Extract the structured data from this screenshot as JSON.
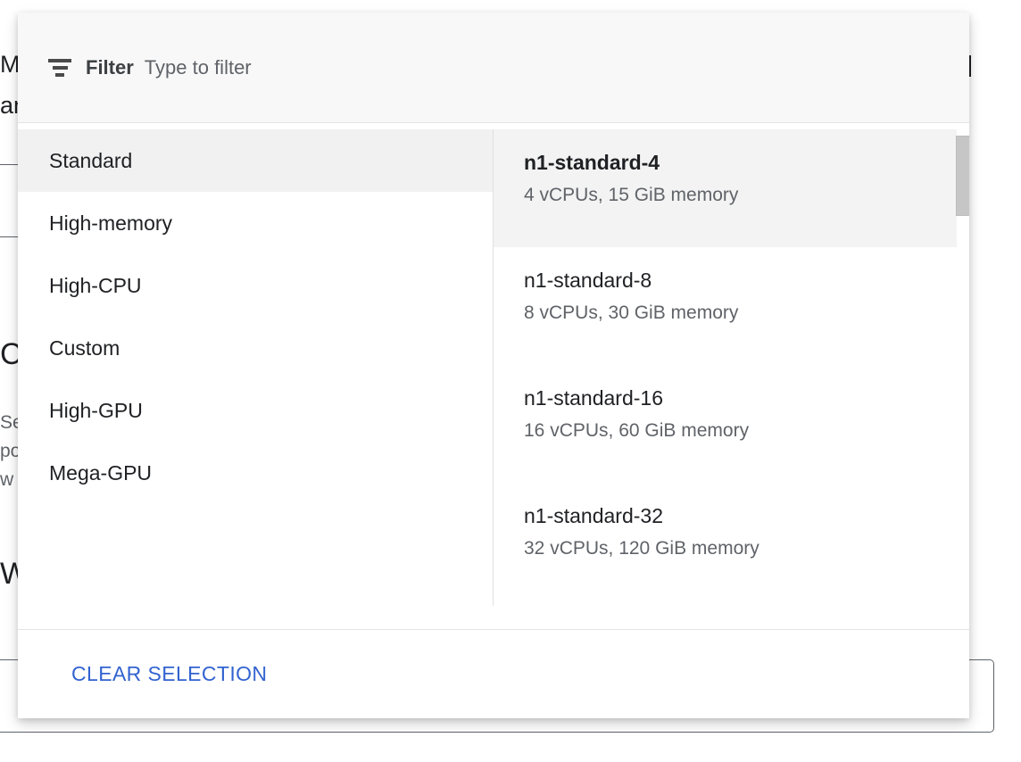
{
  "background": {
    "line1": "M",
    "line2": "an",
    "heading1": "C",
    "body1": "Se",
    "body2": "po",
    "body3": "w",
    "heading2": "W"
  },
  "dialog": {
    "filter": {
      "icon": "filter-icon",
      "label": "Filter",
      "value": "",
      "placeholder": "Type to filter"
    },
    "categories": [
      {
        "label": "Standard",
        "selected": true
      },
      {
        "label": "High-memory",
        "selected": false
      },
      {
        "label": "High-CPU",
        "selected": false
      },
      {
        "label": "Custom",
        "selected": false
      },
      {
        "label": "High-GPU",
        "selected": false
      },
      {
        "label": "Mega-GPU",
        "selected": false
      }
    ],
    "machine_types": [
      {
        "name": "n1-standard-4",
        "specs": "4 vCPUs, 15 GiB memory",
        "selected": true
      },
      {
        "name": "n1-standard-8",
        "specs": "8 vCPUs, 30 GiB memory",
        "selected": false
      },
      {
        "name": "n1-standard-16",
        "specs": "16 vCPUs, 60 GiB memory",
        "selected": false
      },
      {
        "name": "n1-standard-32",
        "specs": "32 vCPUs, 120 GiB memory",
        "selected": false
      }
    ],
    "scrollbar": {
      "name": "machine-list-scrollbar"
    },
    "footer": {
      "clear_selection_label": "CLEAR SELECTION"
    }
  },
  "colors": {
    "accent_link": "#3263d0",
    "selected_row_bg": "#f1f1f1",
    "header_bg": "#f8f8f8",
    "secondary_text": "#5f6368",
    "primary_text": "#202124"
  }
}
